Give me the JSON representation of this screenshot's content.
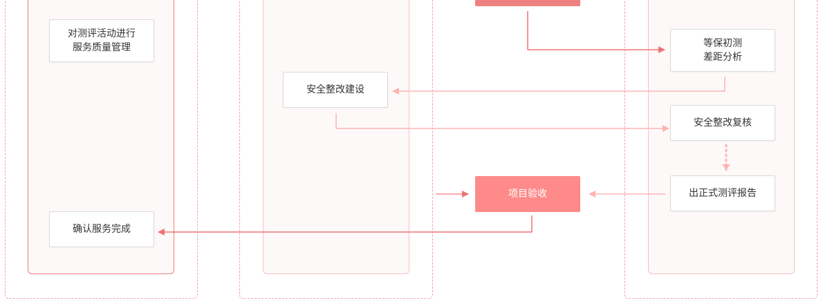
{
  "colors": {
    "accent_fill": "#ff8a8a",
    "arrow_dark": "#f07272",
    "arrow_light": "#ffb3b3",
    "lane_border": "#f2a3a3"
  },
  "nodes": {
    "service_quality": "对测评活动进行\n服务质量管理",
    "confirm_service": "确认服务完成",
    "security_rectification": "安全整改建设",
    "project_acceptance": "项目验收",
    "gap_analysis": "等保初测\n差距分析",
    "rectification_review": "安全整改复核",
    "formal_report": "出正式测评报告"
  }
}
